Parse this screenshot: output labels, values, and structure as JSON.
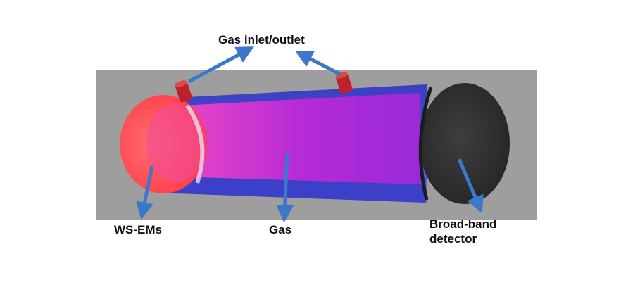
{
  "labels": {
    "gas_inlet_outlet": "Gas inlet/outlet",
    "ws_ems": "WS-EMs",
    "gas": "Gas",
    "detector_line1": "Broad-band",
    "detector_line2": "detector"
  },
  "colors": {
    "background_box": "#9e9e9e",
    "tube_outer": "#4a4ed8",
    "tube_inner": "#b02bd8",
    "emitter_end": "#ff4d5a",
    "detector": "#2e2e2e",
    "port": "#c0202a",
    "arrow": "#3b78c9"
  }
}
